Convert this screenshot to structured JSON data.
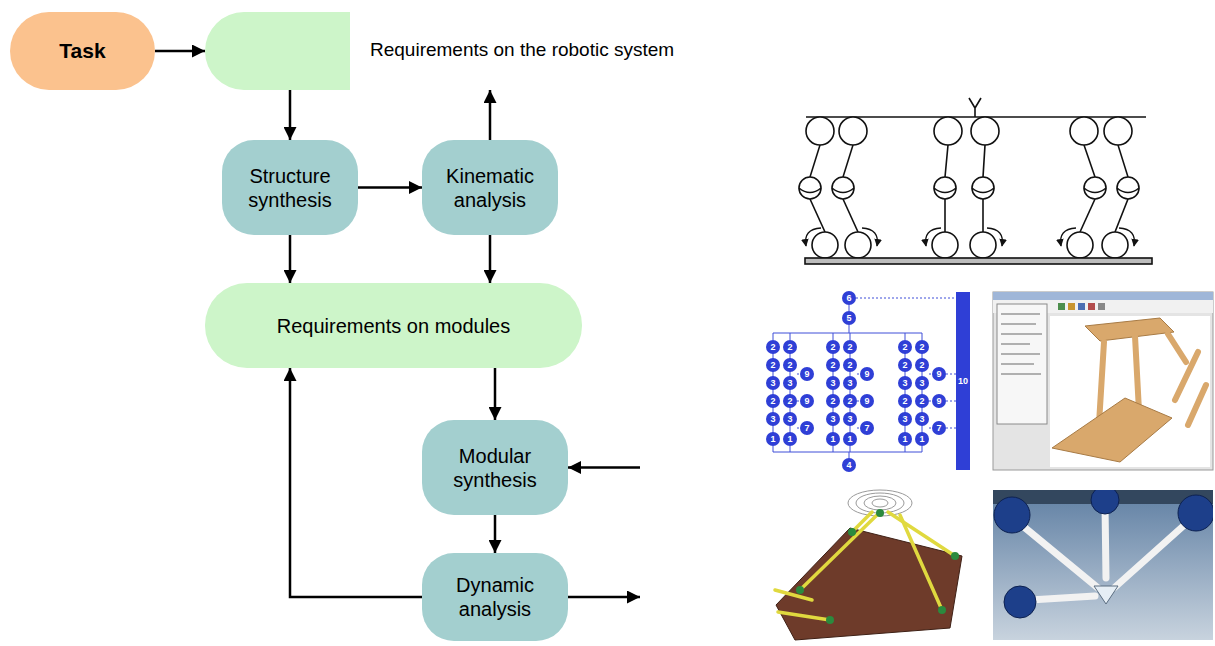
{
  "diagram": {
    "nodes": [
      {
        "text": [
          "Task"
        ]
      },
      {
        "text": [
          "Requirements on the robotic system"
        ]
      },
      {
        "text": [
          "Structure synthesis"
        ]
      },
      {
        "text": [
          "Kinematic analysis"
        ]
      },
      {
        "text": [
          "Requirements on modules"
        ]
      },
      {
        "text": [
          "Modular synthesis"
        ]
      },
      {
        "text": [
          "Dynamic analysis"
        ]
      }
    ],
    "edges": [
      {
        "from": 0,
        "to": 1,
        "arrow": "to"
      },
      {
        "from": 1,
        "to": 2,
        "arrow": "to"
      },
      {
        "from": 2,
        "to": 3,
        "arrow": "to"
      },
      {
        "from": 3,
        "to": 1,
        "arrow": "to"
      },
      {
        "from": 2,
        "to": 4,
        "arrow": "to"
      },
      {
        "from": 3,
        "to": 4,
        "arrow": "to"
      },
      {
        "from": 4,
        "to": 5,
        "arrow": "to"
      },
      {
        "from": 1,
        "to": 5,
        "arrow": "to"
      },
      {
        "from": 5,
        "to": 6,
        "arrow": "to"
      },
      {
        "from": 6,
        "to": 4,
        "arrow": "to"
      },
      {
        "from": 6,
        "to": 1,
        "arrow": "to"
      }
    ],
    "labels": [
      "6",
      "5",
      "2",
      "2",
      "2",
      "2",
      "3",
      "3",
      "2",
      "2",
      "3",
      "3",
      "1",
      "1",
      "9",
      "9",
      "7",
      "2",
      "2",
      "2",
      "2",
      "3",
      "3",
      "2",
      "2",
      "3",
      "3",
      "1",
      "1",
      "9",
      "9",
      "7",
      "2",
      "2",
      "2",
      "2",
      "3",
      "3",
      "2",
      "2",
      "3",
      "3",
      "1",
      "1",
      "9",
      "9",
      "7",
      "4",
      "10"
    ]
  }
}
